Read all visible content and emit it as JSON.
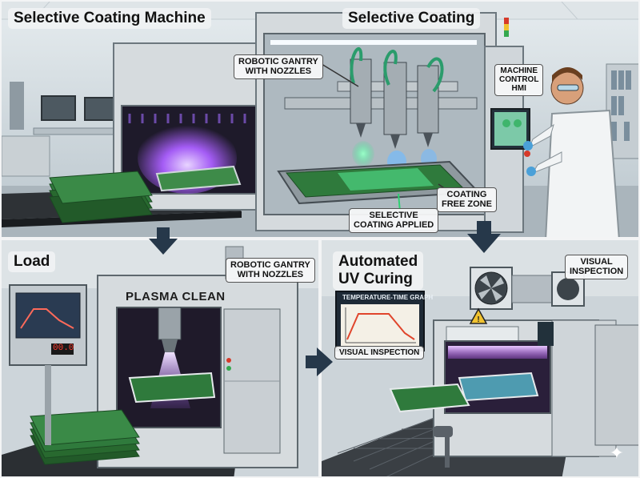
{
  "panels": {
    "top": {
      "title_left": "Selective Coating Machine",
      "title_right": "Selective Coating",
      "callouts": {
        "gantry": "ROBOTIC GANTRY\nWITH NOZZLES",
        "hmi": "MACHINE\nCONTROL\nHMI",
        "coating_applied": "SELECTIVE\nCOATING APPLIED",
        "free_zone": "COATING\nFREE ZONE"
      }
    },
    "bottom_left": {
      "title": "Load",
      "machine_label": "PLASMA CLEAN",
      "callouts": {
        "gantry": "ROBOTIC GANTRY\nWITH NOZZLES"
      },
      "hmi_display": "00.0"
    },
    "bottom_right": {
      "title_line1": "Automated",
      "title_line2": "UV Curing",
      "callouts": {
        "visual_inspection_top": "VISUAL\nINSPECTION",
        "graph_title": "TEMPERATURE-TIME GRAPH",
        "visual_inspection_bottom": "VISUAL INSPECTION"
      }
    }
  },
  "icons": [
    "arrow-down-icon",
    "arrow-right-icon",
    "warning-icon",
    "fan-icon",
    "sparkle-icon"
  ],
  "colors": {
    "plasma": "#a45cf5",
    "coating": "#2fe08a",
    "uv": "#c266ff",
    "pcb": "#2f7a3c",
    "frame": "#d5dadd",
    "panel_border": "#f3f4f5"
  }
}
